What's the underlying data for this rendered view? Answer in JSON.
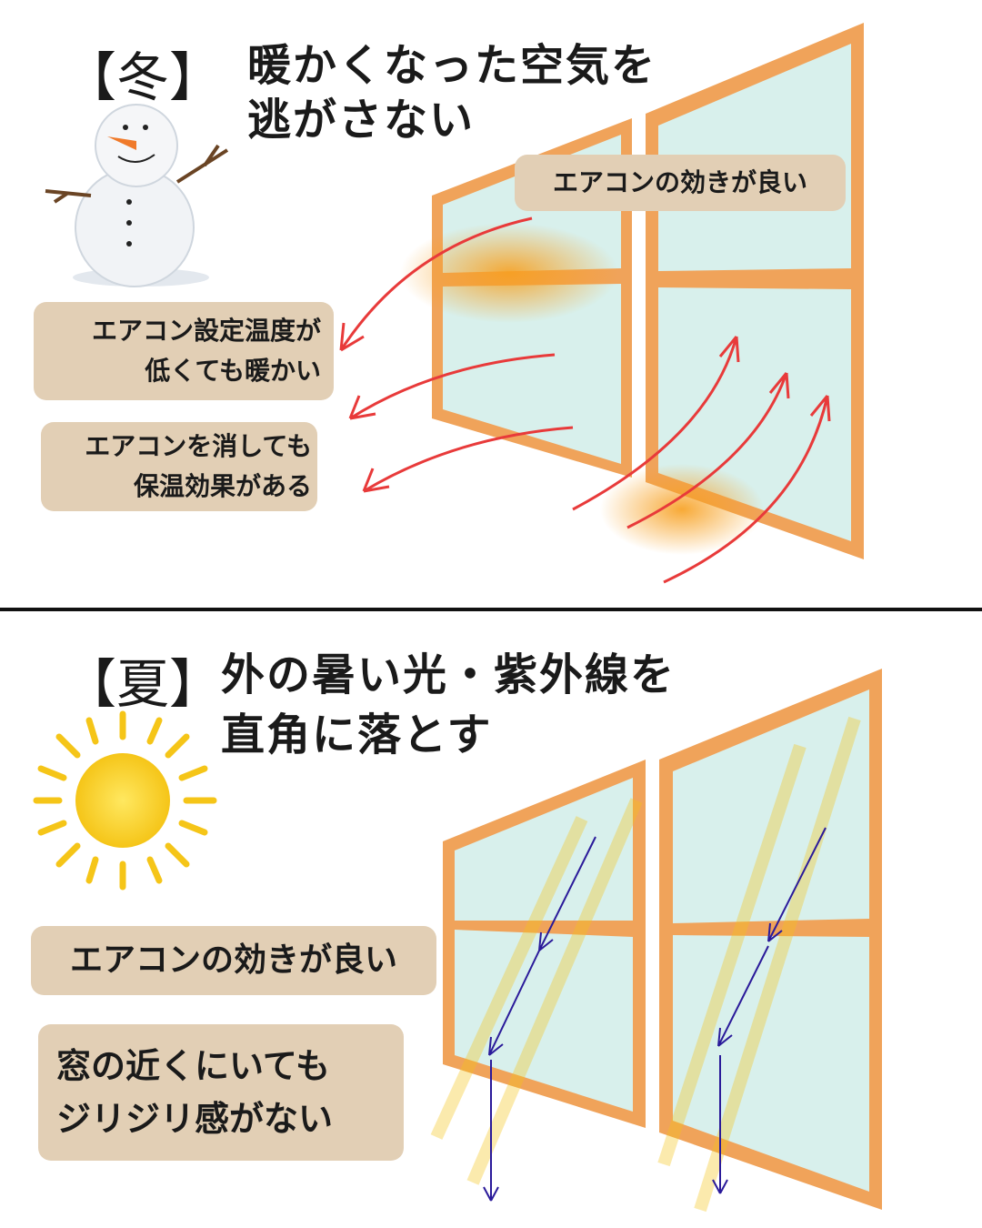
{
  "winter": {
    "season": "【冬】",
    "title_line1": "暖かくなった空気を",
    "title_line2": "逃がさない",
    "callout_top": "エアコンの効きが良い",
    "callout1_line1": "エアコン設定温度が",
    "callout1_line2": "低くても暖かい",
    "callout2_line1": "エアコンを消しても",
    "callout2_line2": "保温効果がある"
  },
  "summer": {
    "season": "【夏】",
    "title_line1": "外の暑い光・紫外線を",
    "title_line2": "直角に落とす",
    "callout1": "エアコンの効きが良い",
    "callout2_line1": "窓の近くにいても",
    "callout2_line2": "ジリジリ感がない"
  },
  "colors": {
    "frame": "#f0a35a",
    "glass": "#d8f0ec",
    "box": "#e2cfb5",
    "arrow_red": "#e83a3a",
    "arrow_blue": "#2a1a9a"
  }
}
